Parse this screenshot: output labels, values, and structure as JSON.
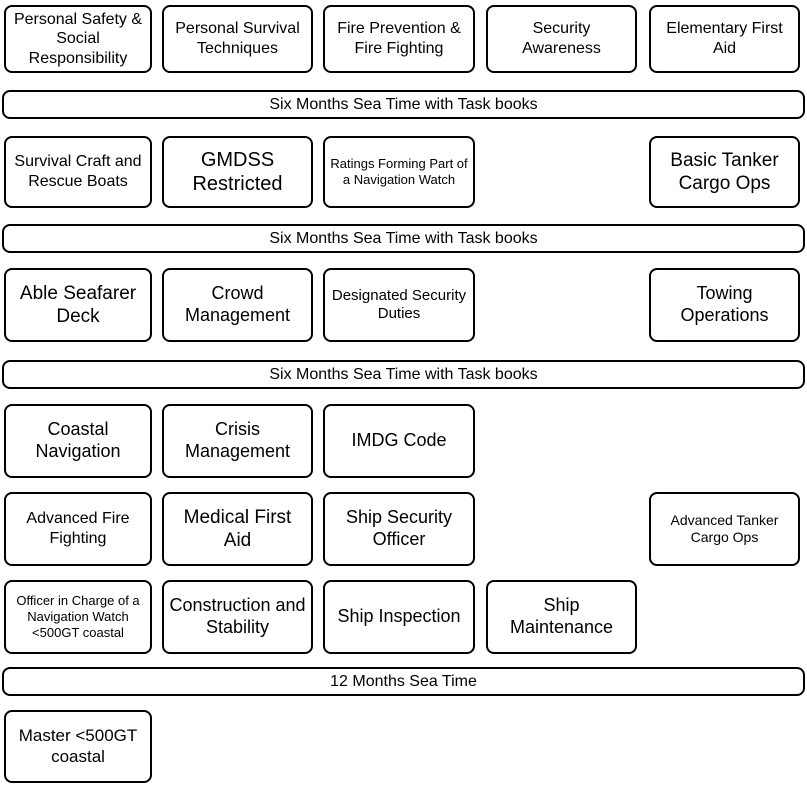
{
  "diagram": {
    "title_hint": "Deck officer training and certification pathway",
    "colors": {
      "border": "#000000",
      "background": "#ffffff",
      "text": "#000000"
    },
    "bars": [
      {
        "label": "Six Months Sea Time with Task books"
      },
      {
        "label": "Six Months Sea Time with Task books"
      },
      {
        "label": "Six Months Sea Time with Task books"
      },
      {
        "label": "12 Months Sea Time"
      }
    ],
    "rows": [
      {
        "boxes": [
          {
            "label": "Personal Safety & Social Responsibility"
          },
          {
            "label": "Personal Survival Techniques"
          },
          {
            "label": "Fire Prevention & Fire Fighting"
          },
          {
            "label": "Security Awareness"
          },
          {
            "label": "Elementary First Aid"
          }
        ]
      },
      {
        "boxes": [
          {
            "label": "Survival Craft and Rescue Boats"
          },
          {
            "label": "GMDSS Restricted"
          },
          {
            "label": "Ratings Forming Part of a Navigation Watch"
          },
          {
            "label": "Basic Tanker Cargo Ops"
          }
        ]
      },
      {
        "boxes": [
          {
            "label": "Able Seafarer Deck"
          },
          {
            "label": "Crowd Management"
          },
          {
            "label": "Designated Security Duties"
          },
          {
            "label": "Towing Operations"
          }
        ]
      },
      {
        "boxes": [
          {
            "label": "Coastal Navigation"
          },
          {
            "label": "Crisis Management"
          },
          {
            "label": "IMDG Code"
          }
        ]
      },
      {
        "boxes": [
          {
            "label": "Advanced Fire Fighting"
          },
          {
            "label": "Medical First Aid"
          },
          {
            "label": "Ship Security Officer"
          },
          {
            "label": "Advanced Tanker Cargo Ops"
          }
        ]
      },
      {
        "boxes": [
          {
            "label": "Officer in Charge of a Navigation Watch <500GT coastal"
          },
          {
            "label": "Construction and Stability"
          },
          {
            "label": "Ship Inspection"
          },
          {
            "label": "Ship Maintenance"
          }
        ]
      },
      {
        "boxes": [
          {
            "label": "Master <500GT coastal"
          }
        ]
      }
    ]
  }
}
